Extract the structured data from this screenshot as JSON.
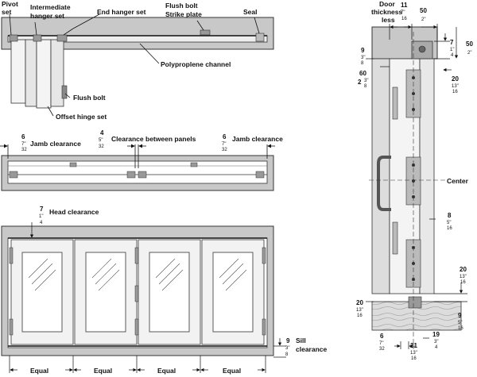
{
  "top_view": {
    "labels": {
      "pivot": "Pivot",
      "pivot_set": "set",
      "intermediate": "Intermediate",
      "hanger_set": "hanger set",
      "end_hanger_set": "End hanger set",
      "flush_bolt_top": "Flush bolt",
      "strike_plate": "Strike plate",
      "seal": "Seal",
      "polypropylene_channel": "Polyproplene channel",
      "flush_bolt": "Flush bolt",
      "offset_hinge_set": "Offset hinge set"
    }
  },
  "clearance_view": {
    "left": {
      "whole": "6",
      "num": "7\"",
      "den": "32",
      "label": "Jamb clearance"
    },
    "middle": {
      "whole": "4",
      "num": "5\"",
      "den": "32",
      "label": "Clearance between panels"
    },
    "right": {
      "whole": "6",
      "num": "7\"",
      "den": "32",
      "label": "Jamb clearance"
    }
  },
  "front_view": {
    "head": {
      "whole": "7",
      "num": "1\"",
      "den": "4",
      "label": "Head clearance"
    },
    "sill": {
      "whole": "9",
      "num": "3\"",
      "den": "8",
      "label": "Sill",
      "label2": "clearance"
    },
    "equal": [
      "Equal",
      "Equal",
      "Equal",
      "Equal"
    ]
  },
  "section_view": {
    "door_thickness": {
      "line1": "Door",
      "line2": "thickness",
      "line3": "less",
      "mm": "11",
      "num": "7\"",
      "den": "16"
    },
    "top_50": {
      "mm": "50",
      "in": "2\""
    },
    "top_7": {
      "mm": "7",
      "num": "1\"",
      "den": "4"
    },
    "right_50": {
      "mm": "50",
      "in": "2\""
    },
    "d9": {
      "mm": "9",
      "num": "3\"",
      "den": "8"
    },
    "d60": {
      "mm": "60",
      "whole": "2",
      "num": "3\"",
      "den": "8"
    },
    "d20_top": {
      "mm": "20",
      "num": "13\"",
      "den": "16"
    },
    "center": "Center",
    "d8": {
      "mm": "8",
      "num": "5\"",
      "den": "16"
    },
    "d20_right": {
      "mm": "20",
      "num": "13\"",
      "den": "16"
    },
    "d9_right": {
      "mm": "9",
      "num": "5\"",
      "den": "16"
    },
    "d20_left": {
      "mm": "20",
      "num": "13\"",
      "den": "16"
    },
    "d19": {
      "mm": "19",
      "num": "3\"",
      "den": "4"
    },
    "d6": {
      "mm": "6",
      "num": "7\"",
      "den": "32"
    },
    "d21": {
      "mm": "21",
      "num": "13\"",
      "den": "16"
    }
  },
  "colors": {
    "frame": "#c8c8c8",
    "frame_dark": "#8c8c8c",
    "panel": "#f2f2f2",
    "line": "#1a1a1a"
  }
}
